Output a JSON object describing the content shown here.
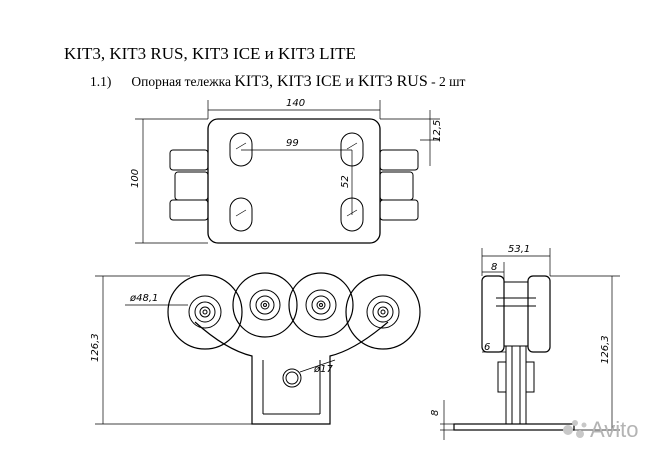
{
  "document": {
    "heading": "KIT3, KIT3 RUS, KIT3 ICE и KIT3 LITE",
    "item_number": "1.1)",
    "item_prefix": "Опорная тележка",
    "item_models": "KIT3, KIT3 ICE и KIT3 RUS",
    "item_qty": "- 2 шт"
  },
  "drawing": {
    "top_view": {
      "width": "140",
      "hole_spacing_x": "99",
      "offset": "12,5",
      "height": "100",
      "hole_spacing_y": "52"
    },
    "front_view": {
      "wheel_diameter": "ø48,1",
      "height": "126,3",
      "hole_diameter": "ø17"
    },
    "side_view": {
      "width": "53,1",
      "wheel_width": "8",
      "gap": "6",
      "height": "126,3",
      "base_thickness": "8"
    }
  },
  "watermark": {
    "text": "Avito"
  }
}
